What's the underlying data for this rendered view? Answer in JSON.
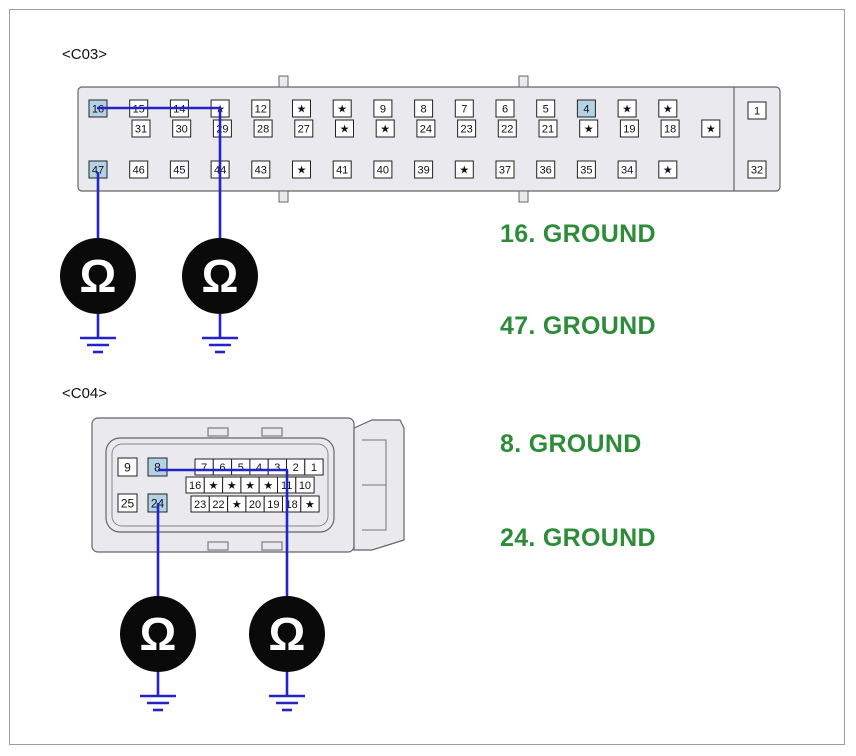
{
  "connectors": {
    "c03": {
      "label": "<C03>",
      "row1": [
        "16",
        "15",
        "14",
        "★",
        "12",
        "★",
        "★",
        "9",
        "8",
        "7",
        "6",
        "5",
        "4",
        "★",
        "★"
      ],
      "row2": [
        "31",
        "30",
        "29",
        "28",
        "27",
        "★",
        "★",
        "24",
        "23",
        "22",
        "21",
        "★",
        "19",
        "18",
        "★"
      ],
      "row3": [
        "47",
        "46",
        "45",
        "44",
        "43",
        "★",
        "41",
        "40",
        "39",
        "★",
        "37",
        "36",
        "35",
        "34",
        "★"
      ],
      "side_pins": [
        "1",
        "32"
      ],
      "highlighted": [
        "16",
        "47",
        "4"
      ]
    },
    "c04": {
      "label": "<C04>",
      "left_pins": [
        "9",
        "8",
        "25",
        "24"
      ],
      "row1": [
        "7",
        "6",
        "5",
        "4",
        "3",
        "2",
        "1"
      ],
      "row2": [
        "16",
        "★",
        "★",
        "★",
        "★",
        "11",
        "10"
      ],
      "row3": [
        "23",
        "22",
        "★",
        "20",
        "19",
        "18",
        "★"
      ],
      "highlighted": [
        "8",
        "24"
      ]
    }
  },
  "ground_labels": [
    "16. GROUND",
    "47. GROUND",
    "8. GROUND",
    "24. GROUND"
  ],
  "colors": {
    "wire": "#2323c8",
    "label_green": "#2e8b3a",
    "pin_highlight": "#b4d2e6",
    "connector_body": "#e9e9ee",
    "meter_fill": "#0a0a0a"
  },
  "meter_symbol": "Ω"
}
